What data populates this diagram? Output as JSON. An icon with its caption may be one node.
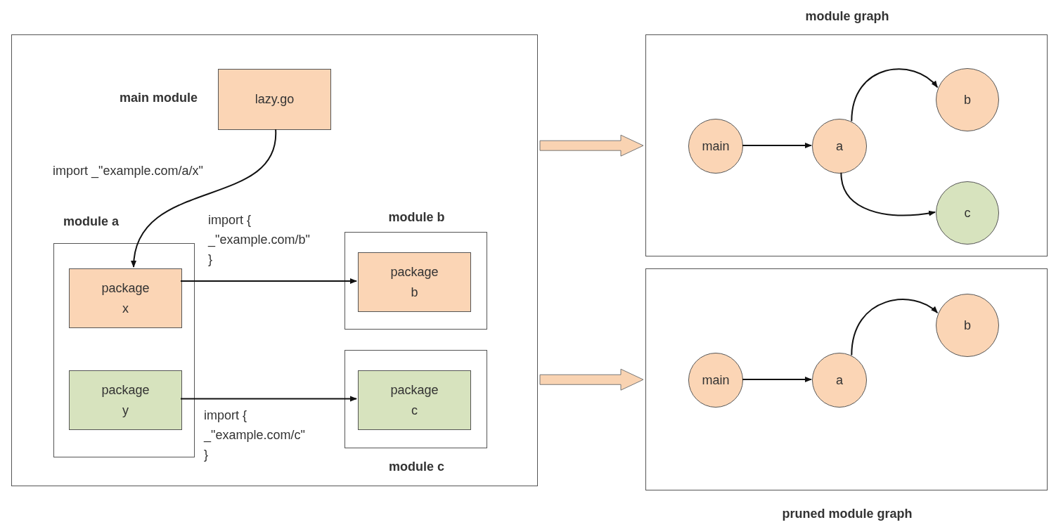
{
  "diagram": {
    "nodes": [
      {
        "text": [],
        "shape": "box"
      },
      {
        "text": [
          "lazy.go"
        ],
        "beside": [
          "main module"
        ],
        "in": 0
      },
      {
        "text": [
          "module a"
        ],
        "in": 0
      },
      {
        "text": [
          "package x"
        ],
        "in": 2
      },
      {
        "text": [
          "package y"
        ],
        "in": 2
      },
      {
        "text": [
          "module b"
        ],
        "in": 0
      },
      {
        "text": [
          "package b"
        ],
        "in": 5
      },
      {
        "text": [
          "module c"
        ],
        "in": 0
      },
      {
        "text": [
          "package c"
        ],
        "in": 7
      },
      {
        "text": [
          "module graph"
        ]
      },
      {
        "text": [
          "main"
        ],
        "in": 9
      },
      {
        "text": [
          "a"
        ],
        "in": 9
      },
      {
        "text": [
          "b"
        ],
        "in": 9
      },
      {
        "text": [
          "c"
        ],
        "in": 9
      },
      {
        "text": [
          "pruned module graph"
        ]
      },
      {
        "text": [
          "main"
        ],
        "in": 14
      },
      {
        "text": [
          "a"
        ],
        "in": 14
      },
      {
        "text": [
          "b"
        ],
        "in": 14
      }
    ],
    "edges": [
      {
        "from": 1,
        "to": 3,
        "arrow": "to",
        "label": "import _\"example.com/a/x\""
      },
      {
        "from": 3,
        "to": 6,
        "arrow": "to",
        "label": "import { _\"example.com/b\" }"
      },
      {
        "from": 4,
        "to": 8,
        "arrow": "to",
        "label": "import { _\"example.com/c\" }"
      },
      {
        "from": 10,
        "to": 11,
        "arrow": "to"
      },
      {
        "from": 11,
        "to": 12,
        "arrow": "to"
      },
      {
        "from": 11,
        "to": 13,
        "arrow": "to"
      },
      {
        "from": 15,
        "to": 16,
        "arrow": "to"
      },
      {
        "from": 16,
        "to": 17,
        "arrow": "to"
      },
      {
        "from": 0,
        "to": 9,
        "arrow": "to",
        "style": "thick",
        "color": "#f9d3b2"
      },
      {
        "from": 0,
        "to": 14,
        "arrow": "to",
        "style": "thick",
        "color": "#f9d3b2"
      }
    ]
  }
}
